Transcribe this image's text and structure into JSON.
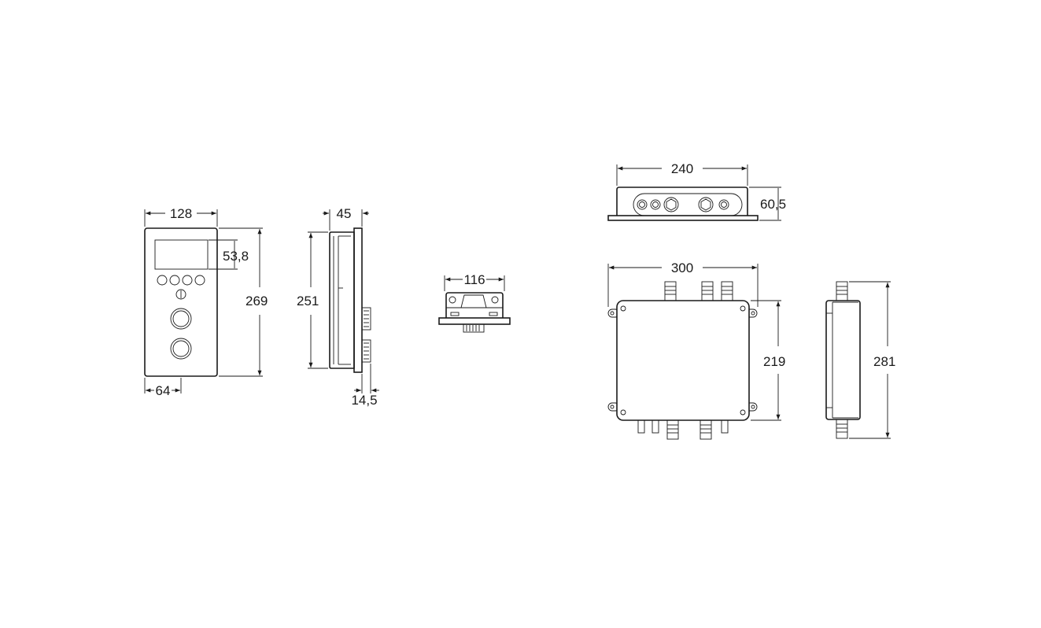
{
  "dimensions": {
    "panel_front_width": "128",
    "panel_display_height": "53,8",
    "panel_front_height": "269",
    "panel_half_width": "64",
    "panel_side_depth": "45",
    "panel_side_height": "251",
    "panel_knob_depth": "14,5",
    "panel_top_width": "116",
    "box_top_width": "240",
    "box_top_height": "60,5",
    "box_front_width": "300",
    "box_front_height": "219",
    "box_side_height": "281"
  },
  "colors": {
    "line": "#1a1a1a",
    "background": "#ffffff"
  }
}
